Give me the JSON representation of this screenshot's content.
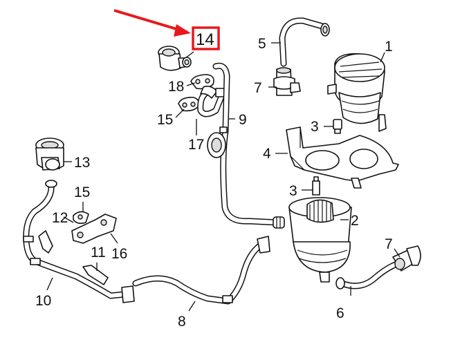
{
  "callouts": {
    "c1": "1",
    "c2": "2",
    "c3a": "3",
    "c3b": "3",
    "c4": "4",
    "c5": "5",
    "c6": "6",
    "c7a": "7",
    "c7b": "7",
    "c8": "8",
    "c9": "9",
    "c10": "10",
    "c11": "11",
    "c12": "12",
    "c13": "13",
    "c14": "14",
    "c15a": "15",
    "c15b": "15",
    "c16": "16",
    "c17": "17",
    "c18": "18"
  },
  "highlight": {
    "part_number": "14",
    "box_color": "#e8191c",
    "arrow_color": "#e8191c"
  }
}
